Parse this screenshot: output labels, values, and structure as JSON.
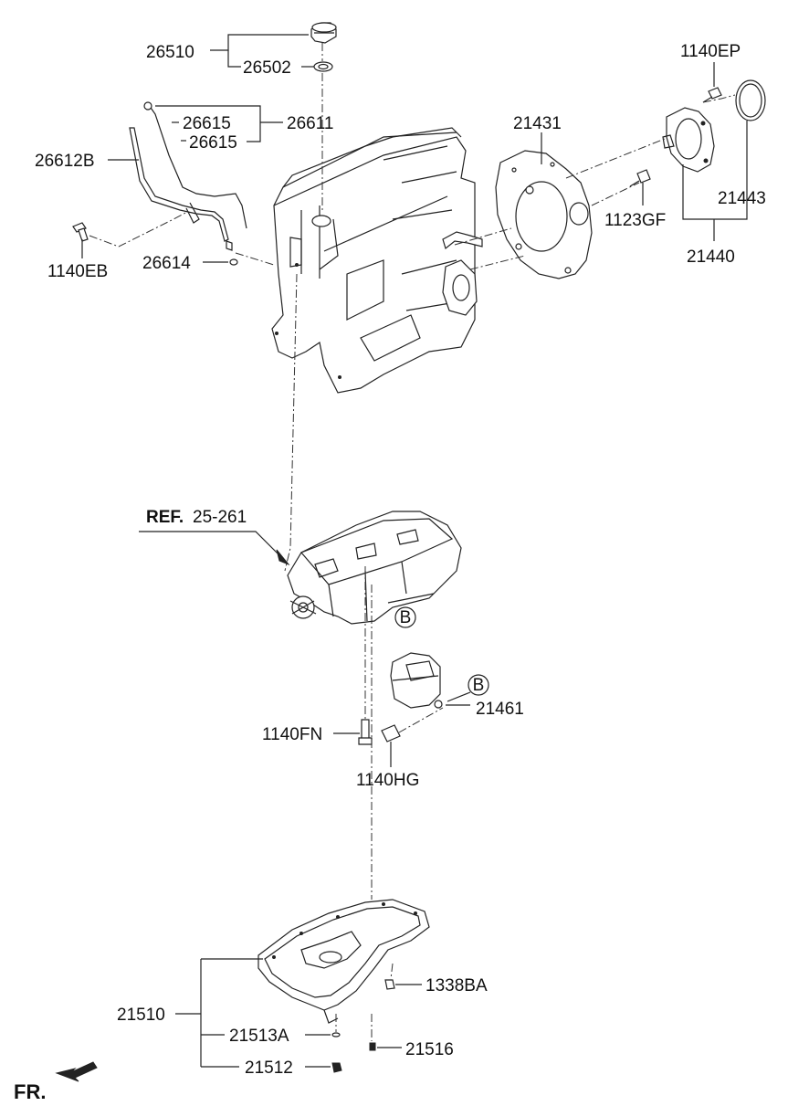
{
  "labels": {
    "p26510": "26510",
    "p26502": "26502",
    "p26615a": "26615",
    "p26615b": "26615",
    "p26611": "26611",
    "p26612B": "26612B",
    "p1140EB": "1140EB",
    "p26614": "26614",
    "p21431": "21431",
    "p1140EP": "1140EP",
    "p21443": "21443",
    "p1123GF": "1123GF",
    "p21440": "21440",
    "ref_bold": "REF.",
    "ref_num": "25-261",
    "callout_b1": "B",
    "callout_b2": "B",
    "p21461": "21461",
    "p1140FN": "1140FN",
    "p1140HG": "1140HG",
    "p1338BA": "1338BA",
    "p21510": "21510",
    "p21513A": "21513A",
    "p21516": "21516",
    "p21512": "21512",
    "front": "FR."
  }
}
